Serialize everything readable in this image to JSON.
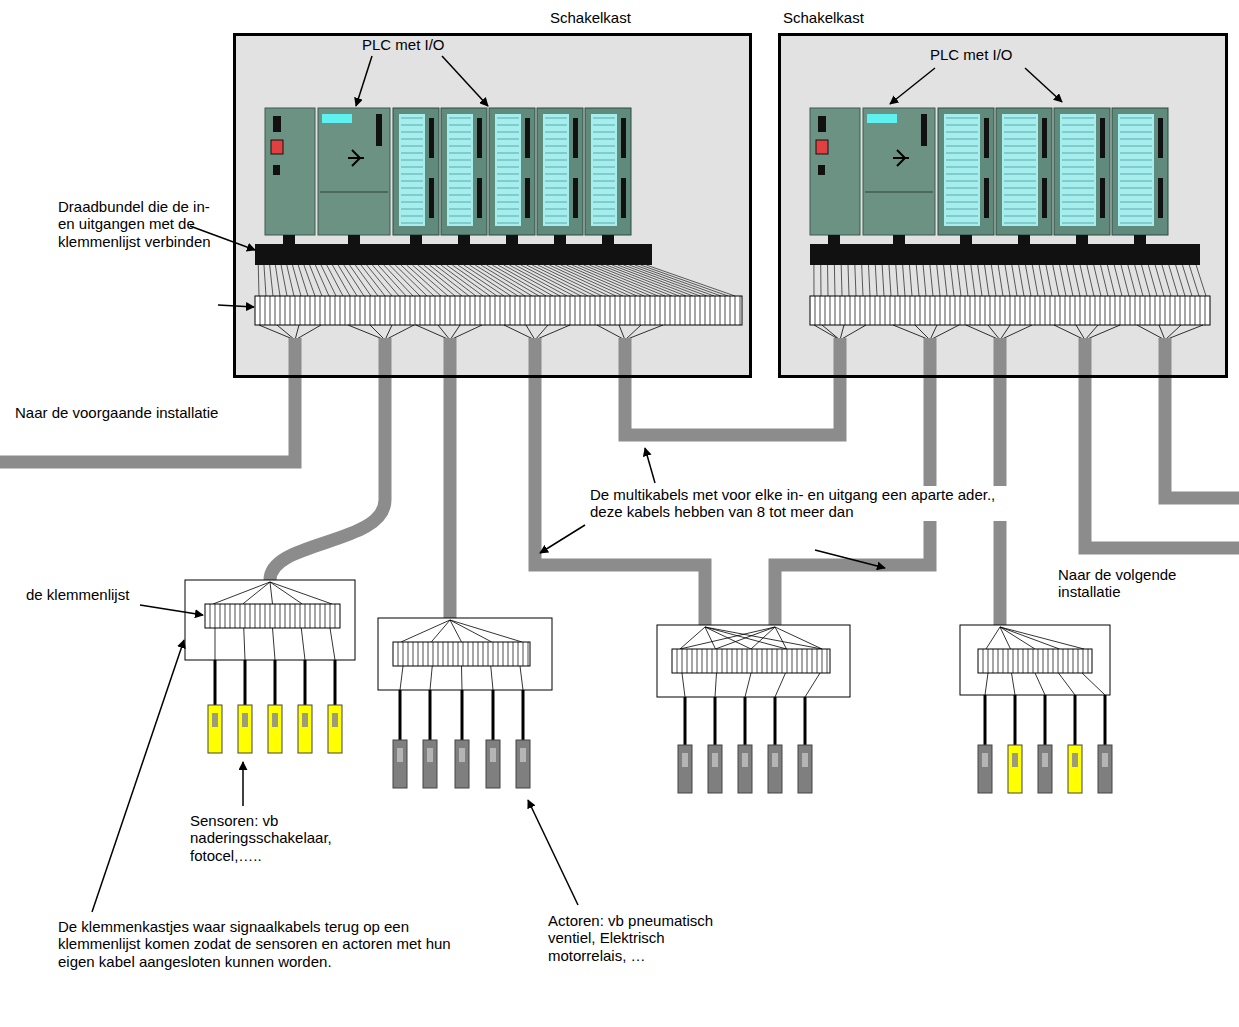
{
  "diagram": {
    "nodes": [
      {
        "text": [
          "Schakelkast"
        ]
      },
      {
        "text": [
          "Schakelkast"
        ]
      }
    ],
    "edges": [
      {
        "from": 0,
        "to": 1,
        "arrow": "none"
      }
    ],
    "labels": [
      "PLC met I/O",
      "PLC met I/O",
      "Draadbundel die de in- en uitgangen met de klemmenlijst verbinden",
      "Naar de voorgaande installatie",
      "De multikabels met voor elke in- en uitgang een aparte ader., deze kabels hebben van 8 tot meer dan",
      "Naar de volgende installatie",
      "de klemmenlijst",
      "Sensoren: vb naderingsschakelaar, fotocel,…..",
      "De klemmenkastjes waar signaalkabels terug op een klemmenlijst komen zodat de sensoren en actoren met hun eigen kabel aangesloten kunnen worden.",
      "Actoren: vb pneumatisch ventiel, Elektrisch motorrelais, …"
    ]
  }
}
